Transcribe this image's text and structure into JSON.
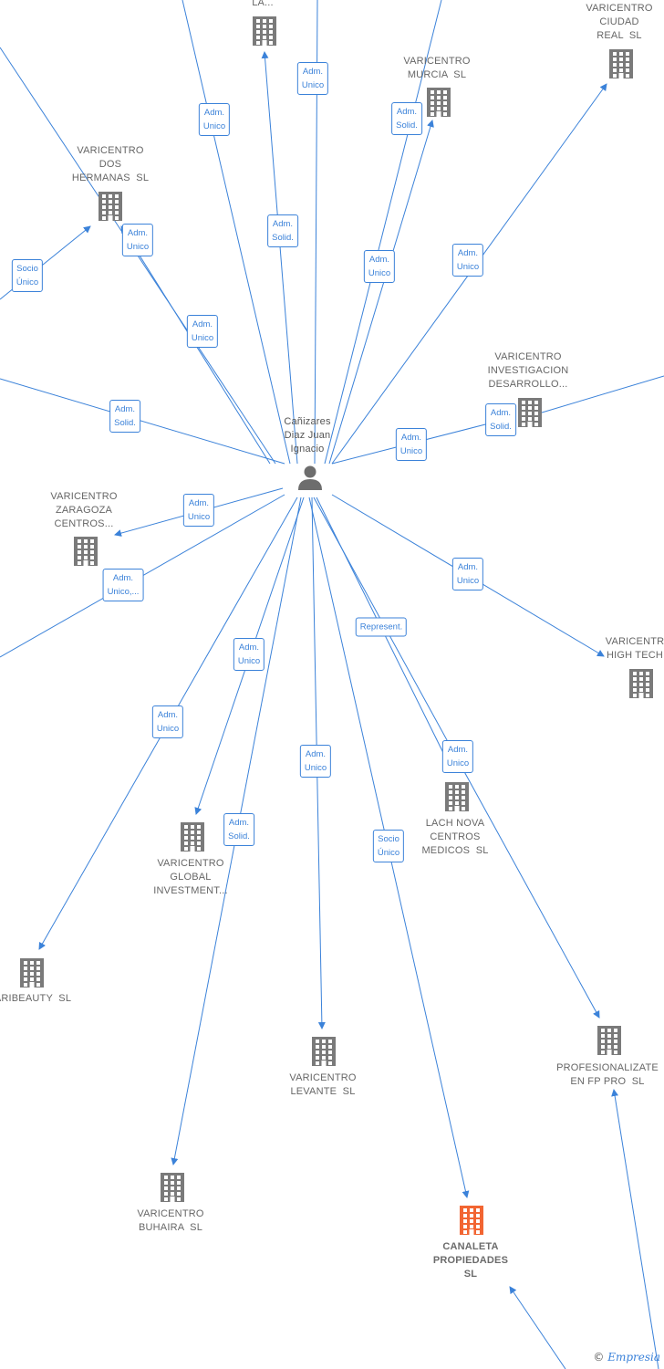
{
  "center": {
    "label": "Cañizares\nDiaz Juan\nIgnacio"
  },
  "companies": [
    {
      "id": "la",
      "label": "LA...",
      "highlight": false
    },
    {
      "id": "ciudad-real",
      "label": "VARICENTRO\nCIUDAD\nREAL  SL",
      "highlight": false
    },
    {
      "id": "murcia",
      "label": "VARICENTRO\nMURCIA  SL",
      "highlight": false
    },
    {
      "id": "dos-hermanas",
      "label": "VARICENTRO\nDOS\nHERMANAS  SL",
      "highlight": false
    },
    {
      "id": "investigacion",
      "label": "VARICENTRO\nINVESTIGACION\nDESARROLLO...",
      "highlight": false
    },
    {
      "id": "zaragoza",
      "label": "VARICENTRO\nZARAGOZA\nCENTROS...",
      "highlight": false
    },
    {
      "id": "high-tech",
      "label": "VARICENTR\nHIGH TECH",
      "highlight": false
    },
    {
      "id": "lach-nova",
      "label": "LACH NOVA\nCENTROS\nMEDICOS  SL",
      "highlight": false
    },
    {
      "id": "global",
      "label": "VARICENTRO\nGLOBAL\nINVESTMENT...",
      "highlight": false
    },
    {
      "id": "varibeauty",
      "label": "ARIBEAUTY  SL",
      "highlight": false
    },
    {
      "id": "levante",
      "label": "VARICENTRO\nLEVANTE  SL",
      "highlight": false
    },
    {
      "id": "profesionalizate",
      "label": "PROFESIONALIZATE\nEN FP PRO  SL",
      "highlight": false
    },
    {
      "id": "buhaira",
      "label": "VARICENTRO\nBUHAIRA  SL",
      "highlight": false
    },
    {
      "id": "canaleta",
      "label": "CANALETA\nPROPIEDADES\nSL",
      "highlight": true
    }
  ],
  "relations": [
    "Adm.\nUnico",
    "Adm.\nUnico",
    "Adm.\nSolid.",
    "Adm.\nSolid.",
    "Adm.\nUnico",
    "Adm.\nUnico",
    "Adm.\nUnico",
    "Adm.\nUnico",
    "Adm.\nSolid.",
    "Socio\nÚnico",
    "Adm.\nSolid.",
    "Adm.\nUnico",
    "Adm.\nUnico",
    "Adm.\nUnico,...",
    "Adm.\nUnico",
    "Adm.\nUnico",
    "Represent.",
    "Adm.\nUnico",
    "Adm.\nUnico",
    "Adm.\nSolid.",
    "Adm.\nUnico",
    "Socio\nÚnico"
  ],
  "colors": {
    "edge": "#3b82d9",
    "node": "#7a7a7a",
    "highlight": "#f26532",
    "person": "#6d6d6d"
  },
  "credit": {
    "symbol": "©",
    "brand": "Empresia"
  }
}
